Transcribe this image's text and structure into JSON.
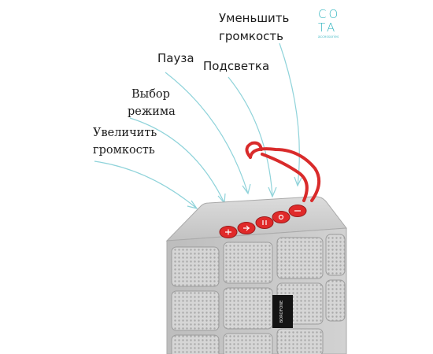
{
  "brand": {
    "logo_line1": "CO",
    "logo_line2": "TA",
    "logo_caption": "accessories"
  },
  "labels": {
    "volume_down_l1": "Уменьшить",
    "volume_down_l2": "громкость",
    "pause": "Пауза",
    "light": "Подсветка",
    "mode_l1": "Выбор",
    "mode_l2": "режима",
    "volume_up_l1": "Увеличить",
    "volume_up_l2": "громкость"
  },
  "device": {
    "badge_text": "BOROFONE"
  },
  "colors": {
    "accent_lines": "#8fd3da",
    "button_red": "#e02a2a",
    "strap_red": "#d92b2b",
    "body_gray": "#c4c4c4"
  }
}
